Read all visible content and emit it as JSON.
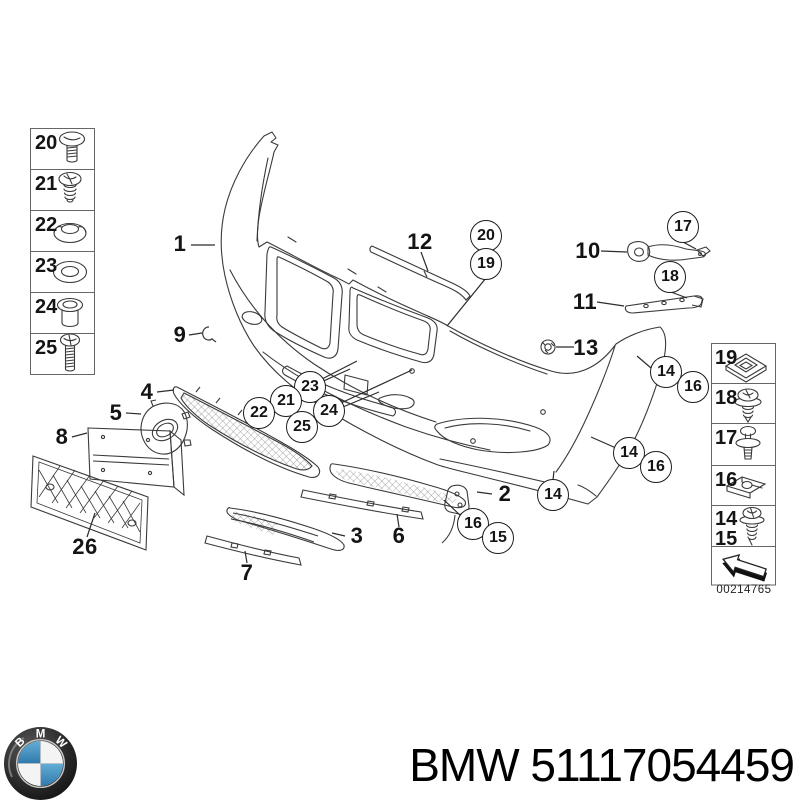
{
  "callouts": {
    "plain": {
      "n1": "1",
      "n2": "2",
      "n3": "3",
      "n4": "4",
      "n5": "5",
      "n6": "6",
      "n7": "7",
      "n8": "8",
      "n9": "9",
      "n10": "10",
      "n11": "11",
      "n12": "12",
      "n13": "13",
      "n26": "26"
    },
    "circled": {
      "c20": "20",
      "c19": "19",
      "c17": "17",
      "c18": "18",
      "c23": "23",
      "c21": "21",
      "c22": "22",
      "c24": "24",
      "c25": "25",
      "c14a": "14",
      "c16a": "16",
      "c14b": "14",
      "c16b": "16",
      "c14c": "14",
      "c16c": "16",
      "c15": "15"
    }
  },
  "tables": {
    "left": {
      "rows": [
        {
          "num": "20",
          "icon": "pan-head-screw-icon"
        },
        {
          "num": "21",
          "icon": "tapping-screw-icon"
        },
        {
          "num": "22",
          "icon": "grommet-icon"
        },
        {
          "num": "23",
          "icon": "washer-icon"
        },
        {
          "num": "24",
          "icon": "spacer-sleeve-icon"
        },
        {
          "num": "25",
          "icon": "long-screw-icon"
        }
      ]
    },
    "right": {
      "rows": [
        {
          "num": "19",
          "icon": "square-clip-nut-icon"
        },
        {
          "num": "18",
          "icon": "washer-screw-icon"
        },
        {
          "num": "17",
          "icon": "expansion-rivet-icon"
        },
        {
          "num": "16",
          "icon": "sheet-metal-clip-nut-icon"
        },
        {
          "num": "14",
          "num2": "15",
          "icon": "tapping-screw-washer-icon"
        },
        {
          "icon": "direction-arrow-icon"
        }
      ],
      "code": "00214765"
    }
  },
  "footer": {
    "part_number": "BMW 51117054459",
    "logo_letters": [
      "B",
      "M",
      "W"
    ],
    "logo_blue": "#4795c3"
  }
}
